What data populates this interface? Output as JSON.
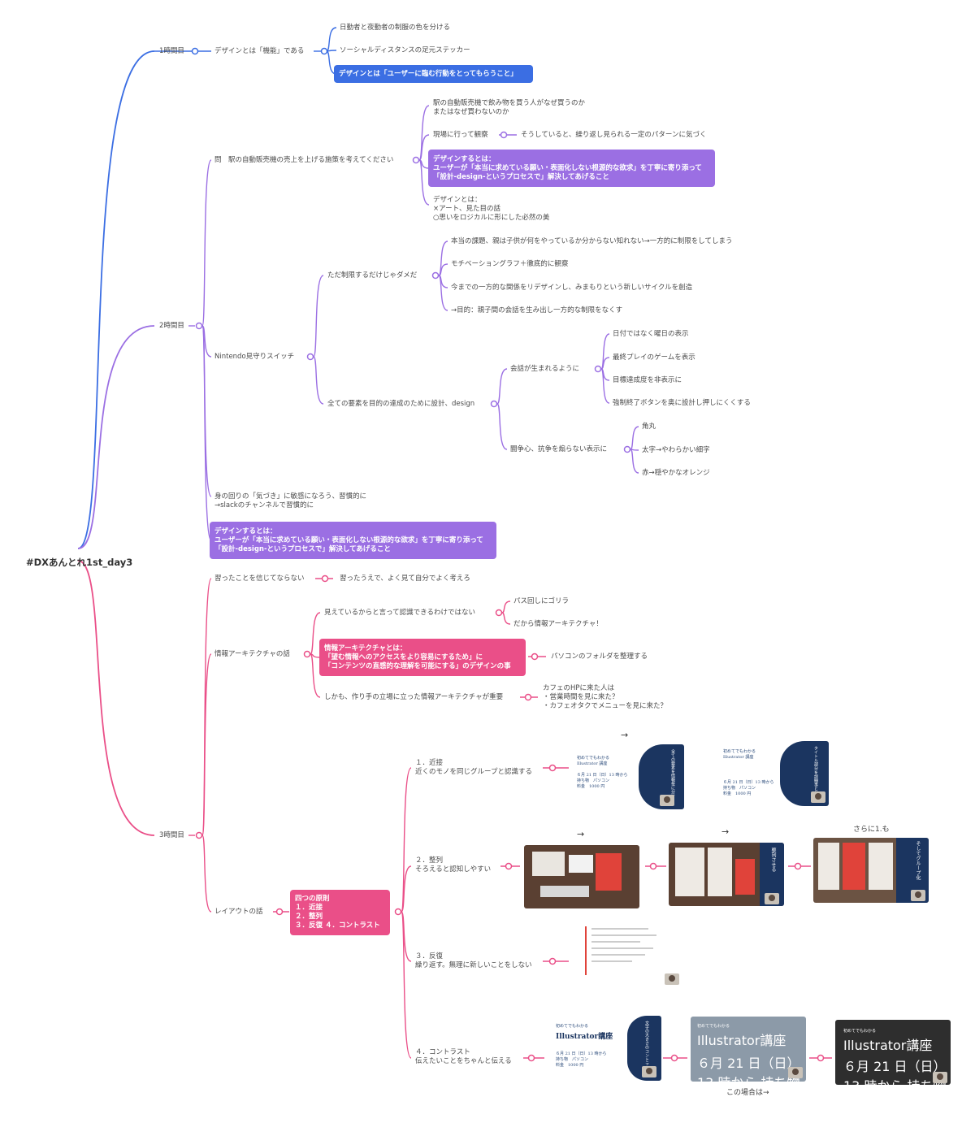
{
  "colors": {
    "blue": "#3b6ee3",
    "purple": "#9b6fe3",
    "pink": "#ea4f88"
  },
  "root": "#DXあんとれ1st_day3",
  "hour1": {
    "label": "1時間目",
    "topic": "デザインとは「機能」である",
    "items": [
      "日勤者と夜勤者の制服の色を分ける",
      "ソーシャルディスタンスの足元ステッカー"
    ],
    "box": "デザインとは「ユーザーに臨む行動をとってもらうこと」"
  },
  "hour2": {
    "label": "2時間目",
    "question": "問　駅の自動販売機の売上を上げる施策を考えてください",
    "q_items": [
      "駅の自動販売機で飲み物を買う人がなぜ買うのか\nまたはなぜ買わないのか",
      "現場に行って観察"
    ],
    "observe_note": "そうしていると、繰り返し見られる一定のパターンに気づく",
    "q_box": "デザインするとは：\nユーザーが「本当に求めている願い・表面化しない根源的な欲求」を丁寧に寄り添って\n「設計-design-というプロセスで」解決してあげること",
    "q_def": "デザインとは：\n×アート、見た目の話\n○思いをロジカルに形にした必然の美",
    "nintendo": "Nintendo見守りスイッチ",
    "not_limit": "ただ制限するだけじゃダメだ",
    "not_limit_items": [
      "本当の課題、親は子供が何をやっているか分からない知れない→一方的に制限をしてしまう",
      "モチベーショングラフ＋徹底的に観察",
      "今までの一方的な関係をリデザインし、みまもりという新しいサイクルを創造",
      "→目的：親子間の会話を生み出し一方的な制限をなくす"
    ],
    "all_elements": "全ての要素を目的の達成のために設計、design",
    "conversation": "会話が生まれるように",
    "conversation_items": [
      "日付ではなく曜日の表示",
      "最終プレイのゲームを表示",
      "目標達成度を非表示に",
      "強制終了ボタンを奥に設計し押しにくくする"
    ],
    "no_conflict": "闘争心、抗争を煽らない表示に",
    "no_conflict_items": [
      "角丸",
      "太字→やわらかい細字",
      "赤→穏やかなオレンジ"
    ],
    "awareness": "身の回りの「気づき」に敏感になろう、習慣的に\n→slackのチャンネルで習慣的に",
    "box2": "デザインするとは：\nユーザーが「本当に求めている願い・表面化しない根源的な欲求」を丁寧に寄り添って\n「設計-design-というプロセスで」解決してあげること"
  },
  "hour3": {
    "label": "3時間目",
    "dont_believe": "習ったことを信じてならない",
    "dont_believe_note": "習ったうえで、よく見て自分でよく考えろ",
    "ia": "情報アーキテクチャの話",
    "visible": "見えているからと言って認識できるわけではない",
    "visible_items": [
      "パス回しにゴリラ",
      "だから情報アーキテクチャ！"
    ],
    "ia_box": "情報アーキテクチャとは：\n「望む情報へのアクセスをより容易にするため」に\n「コンテンツの直感的な理解を可能にする」のデザインの事",
    "ia_box_note": "パソコンのフォルダを整理する",
    "user_side": "しかも、作り手の立場に立った情報アーキテクチャが重要",
    "cafe": "カフェのHPに来た人は\n・営業時間を見に来た？\n・カフェオタクでメニューを見に来た？",
    "layout": "レイアウトの話",
    "principles_box": "四つの原則\n１．近接\n２．整列\n３．反復 ４．コントラスト",
    "p1": "１．近接\n近くのモノを同じグループと認識する",
    "p2": "２．整列\nそろえると認知しやすい",
    "p3": "３．反復\n繰り返す。無理に新しいことをしない",
    "p4": "４．コントラスト\n伝えたいことをちゃんと伝える",
    "further": "さらに1.も",
    "this_case": "この場合は→",
    "arrow": "→"
  },
  "slides": {
    "course_small": "初めてでもわかる\nIllustrator 講座",
    "course_big": "Illustrator講座",
    "course_first": "初めてでもわかる",
    "date": "６月 21 日（日）13 時から\n持ち物　パソコン\n料金　1000 円",
    "v1": "全ての要素を情報毎に分け",
    "v2": "タイトル部分を詳細事と分けた",
    "v3": "整列させる",
    "v4": "そしてグループ化",
    "v5": "文字の大きさのコントラスト"
  }
}
